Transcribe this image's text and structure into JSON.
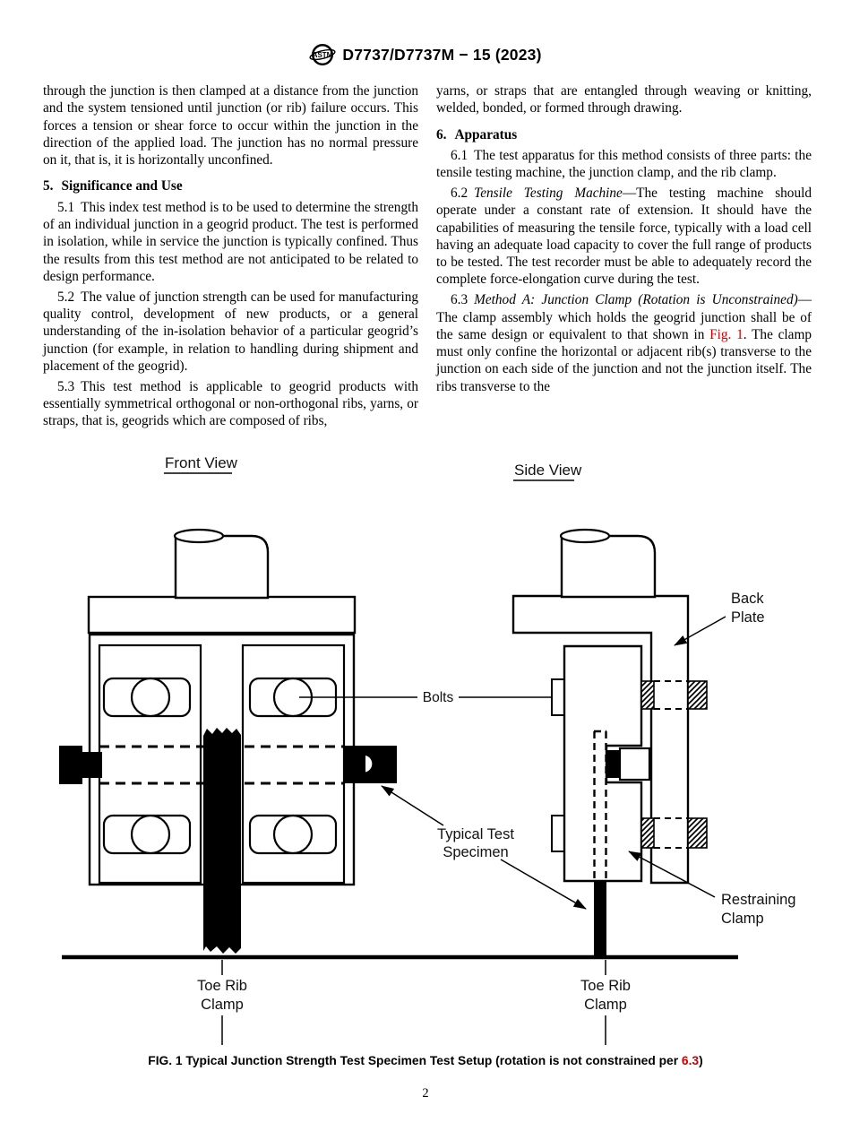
{
  "header": {
    "logo_text": "ASTM",
    "title": "D7737/D7737M − 15 (2023)"
  },
  "left_column": {
    "p_intro": "through the junction is then clamped at a distance from the junction and the system tensioned until junction (or rib) failure occurs. This forces a tension or shear force to occur within the junction in the direction of the applied load. The junction has no normal pressure on it, that is, it is horizontally unconfined.",
    "h5": {
      "num": "5.",
      "title": "Significance and Use"
    },
    "p51": {
      "num": "5.1",
      "text": "This index test method is to be used to determine the strength of an individual junction in a geogrid product. The test is performed in isolation, while in service the junction is typically confined. Thus the results from this test method are not anticipated to be related to design performance."
    },
    "p52": {
      "num": "5.2",
      "text": "The value of junction strength can be used for manufacturing quality control, development of new products, or a general understanding of the in-isolation behavior of a particular geogrid’s junction (for example, in relation to handling during shipment and placement of the geogrid)."
    },
    "p53": {
      "num": "5.3",
      "text": "This test method is applicable to geogrid products with essentially symmetrical orthogonal or non-orthogonal ribs, yarns, or straps, that is, geogrids which are composed of ribs,"
    }
  },
  "right_column": {
    "p_cont": "yarns, or straps that are entangled through weaving or knitting, welded, bonded, or formed through drawing.",
    "h6": {
      "num": "6.",
      "title": "Apparatus"
    },
    "p61": {
      "num": "6.1",
      "text": "The test apparatus for this method consists of three parts: the tensile testing machine, the junction clamp, and the rib clamp."
    },
    "p62": {
      "num": "6.2",
      "italic": "Tensile Testing Machine",
      "text": "—The testing machine should operate under a constant rate of extension. It should have the capabilities of measuring the tensile force, typically with a load cell having an adequate load capacity to cover the full range of products to be tested. The test recorder must be able to adequately record the complete force-elongation curve during the test."
    },
    "p63": {
      "num": "6.3",
      "italic": "Method A: Junction Clamp (Rotation is Unconstrained)",
      "text_pre": "—The clamp assembly which holds the geogrid junction shall be of the same design or equivalent to that shown in ",
      "link": "Fig. 1",
      "text_post": ". The clamp must only confine the horizontal or adjacent rib(s) transverse to the junction on each side of the junction and not the junction itself. The ribs transverse to the"
    }
  },
  "figure": {
    "front_view_label": "Front View",
    "side_view_label": "Side View",
    "labels": {
      "bolts": "Bolts",
      "back_plate": [
        "Back",
        "Plate"
      ],
      "typical_test_specimen": [
        "Typical Test",
        "Specimen"
      ],
      "restraining_clamp": [
        "Restraining",
        "Clamp"
      ],
      "toe_rib_clamp": [
        "Toe Rib",
        "Clamp"
      ]
    },
    "caption": {
      "prefix": "FIG. 1 Typical Junction Strength Test Specimen Test Setup (rotation is not constrained per ",
      "link": "6.3",
      "suffix": ")"
    }
  },
  "footer": {
    "page_number": "2"
  },
  "colors": {
    "link_red": "#CC0000",
    "ink": "#000000"
  }
}
